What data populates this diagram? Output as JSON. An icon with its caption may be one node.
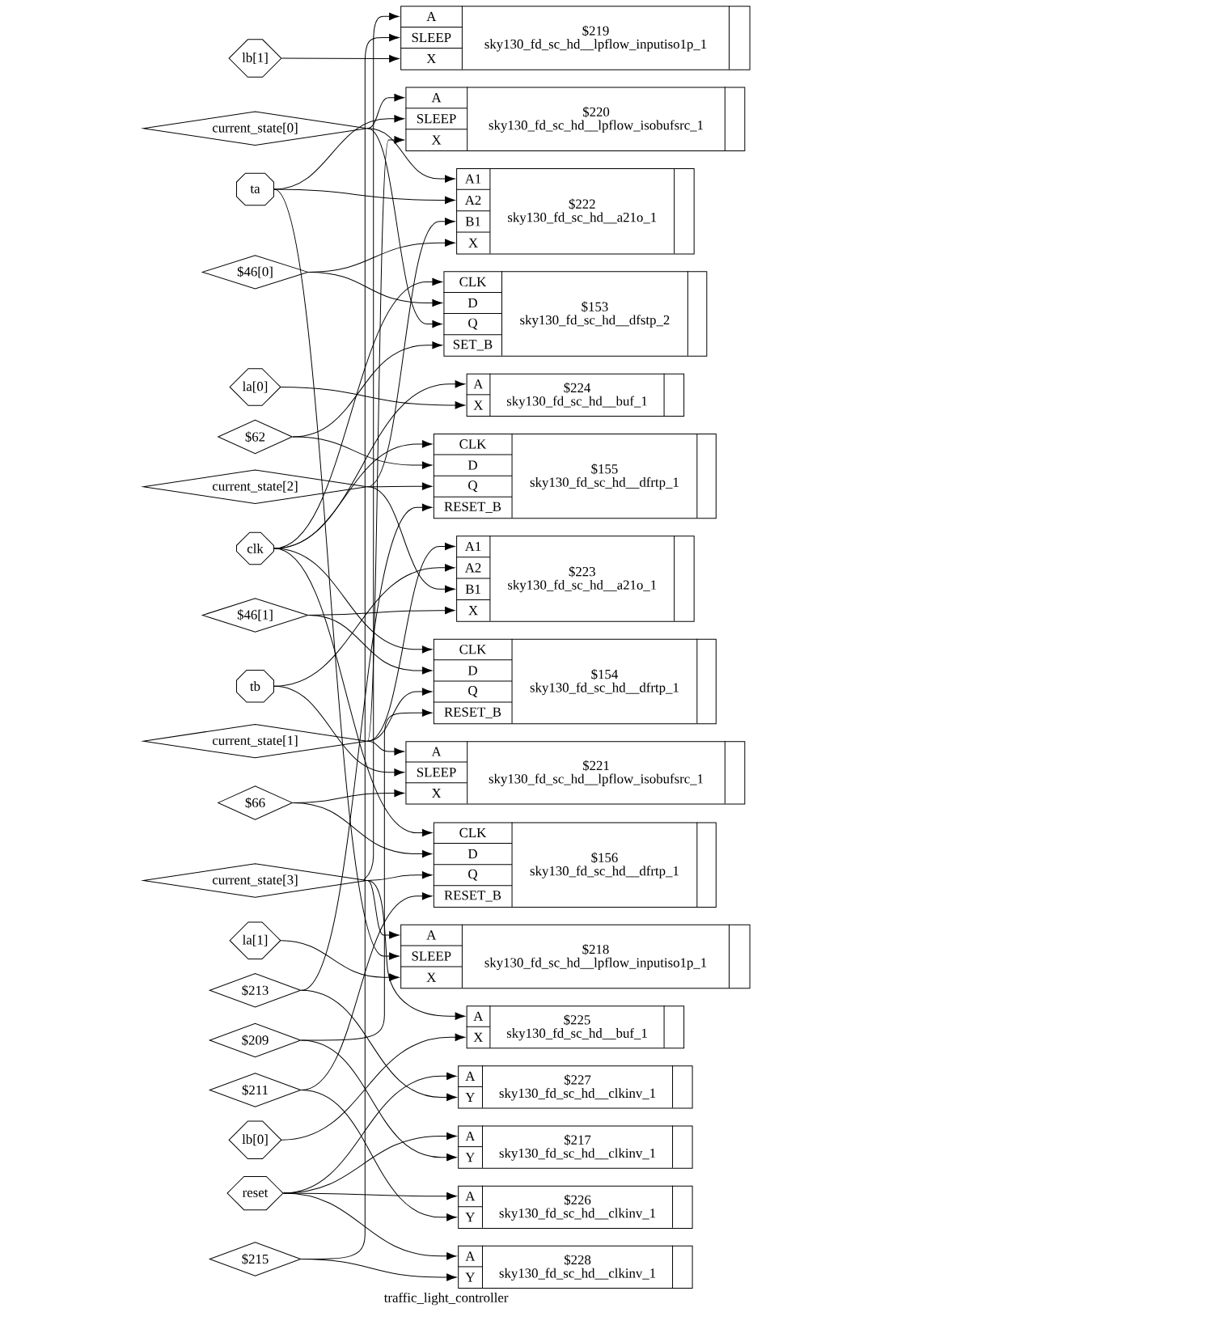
{
  "diagram": {
    "caption": "traffic_light_controller",
    "nodes": [
      {
        "text": [
          "lb[1]"
        ]
      },
      {
        "text": [
          "current_state[0]"
        ]
      },
      {
        "text": [
          "ta"
        ]
      },
      {
        "text": [
          "$46[0]"
        ]
      },
      {
        "text": [
          "la[0]"
        ]
      },
      {
        "text": [
          "$62"
        ]
      },
      {
        "text": [
          "current_state[2]"
        ]
      },
      {
        "text": [
          "clk"
        ]
      },
      {
        "text": [
          "$46[1]"
        ]
      },
      {
        "text": [
          "tb"
        ]
      },
      {
        "text": [
          "current_state[1]"
        ]
      },
      {
        "text": [
          "$66"
        ]
      },
      {
        "text": [
          "current_state[3]"
        ]
      },
      {
        "text": [
          "la[1]"
        ]
      },
      {
        "text": [
          "$213"
        ]
      },
      {
        "text": [
          "$209"
        ]
      },
      {
        "text": [
          "$211"
        ]
      },
      {
        "text": [
          "lb[0]"
        ]
      },
      {
        "text": [
          "reset"
        ]
      },
      {
        "text": [
          "$215"
        ]
      },
      {
        "text": [
          "A",
          "SLEEP",
          "X",
          "$219",
          "sky130_fd_sc_hd__lpflow_inputiso1p_1"
        ]
      },
      {
        "text": [
          "A",
          "SLEEP",
          "X",
          "$220",
          "sky130_fd_sc_hd__lpflow_isobufsrc_1"
        ]
      },
      {
        "text": [
          "A1",
          "A2",
          "B1",
          "X",
          "$222",
          "sky130_fd_sc_hd__a21o_1"
        ]
      },
      {
        "text": [
          "CLK",
          "D",
          "Q",
          "SET_B",
          "$153",
          "sky130_fd_sc_hd__dfstp_2"
        ]
      },
      {
        "text": [
          "A",
          "X",
          "$224",
          "sky130_fd_sc_hd__buf_1"
        ]
      },
      {
        "text": [
          "CLK",
          "D",
          "Q",
          "RESET_B",
          "$155",
          "sky130_fd_sc_hd__dfrtp_1"
        ]
      },
      {
        "text": [
          "A1",
          "A2",
          "B1",
          "X",
          "$223",
          "sky130_fd_sc_hd__a21o_1"
        ]
      },
      {
        "text": [
          "CLK",
          "D",
          "Q",
          "RESET_B",
          "$154",
          "sky130_fd_sc_hd__dfrtp_1"
        ]
      },
      {
        "text": [
          "A",
          "SLEEP",
          "X",
          "$221",
          "sky130_fd_sc_hd__lpflow_isobufsrc_1"
        ]
      },
      {
        "text": [
          "CLK",
          "D",
          "Q",
          "RESET_B",
          "$156",
          "sky130_fd_sc_hd__dfrtp_1"
        ]
      },
      {
        "text": [
          "A",
          "SLEEP",
          "X",
          "$218",
          "sky130_fd_sc_hd__lpflow_inputiso1p_1"
        ]
      },
      {
        "text": [
          "A",
          "X",
          "$225",
          "sky130_fd_sc_hd__buf_1"
        ]
      },
      {
        "text": [
          "A",
          "Y",
          "$227",
          "sky130_fd_sc_hd__clkinv_1"
        ]
      },
      {
        "text": [
          "A",
          "Y",
          "$217",
          "sky130_fd_sc_hd__clkinv_1"
        ]
      },
      {
        "text": [
          "A",
          "Y",
          "$226",
          "sky130_fd_sc_hd__clkinv_1"
        ]
      },
      {
        "text": [
          "A",
          "Y",
          "$228",
          "sky130_fd_sc_hd__clkinv_1"
        ]
      }
    ],
    "edges": [
      {
        "from": 0,
        "to": 20,
        "arrow": "to"
      },
      {
        "from": 1,
        "to": 21,
        "arrow": "to"
      },
      {
        "from": 1,
        "to": 22,
        "arrow": "to"
      },
      {
        "from": 1,
        "to": 23,
        "arrow": "to"
      },
      {
        "from": 2,
        "to": 21,
        "arrow": "to"
      },
      {
        "from": 2,
        "to": 22,
        "arrow": "to"
      },
      {
        "from": 3,
        "to": 22,
        "arrow": "to"
      },
      {
        "from": 3,
        "to": 23,
        "arrow": "to"
      },
      {
        "from": 4,
        "to": 24,
        "arrow": "to"
      },
      {
        "from": 5,
        "to": 23,
        "arrow": "to"
      },
      {
        "from": 5,
        "to": 25,
        "arrow": "to"
      },
      {
        "from": 6,
        "to": 25,
        "arrow": "to"
      },
      {
        "from": 6,
        "to": 26,
        "arrow": "to"
      },
      {
        "from": 6,
        "to": 22,
        "arrow": "to"
      },
      {
        "from": 7,
        "to": 23,
        "arrow": "to"
      },
      {
        "from": 7,
        "to": 24,
        "arrow": "to"
      },
      {
        "from": 7,
        "to": 25,
        "arrow": "to"
      },
      {
        "from": 7,
        "to": 27,
        "arrow": "to"
      },
      {
        "from": 7,
        "to": 29,
        "arrow": "to"
      },
      {
        "from": 8,
        "to": 26,
        "arrow": "to"
      },
      {
        "from": 8,
        "to": 27,
        "arrow": "to"
      },
      {
        "from": 9,
        "to": 26,
        "arrow": "to"
      },
      {
        "from": 9,
        "to": 28,
        "arrow": "to"
      },
      {
        "from": 10,
        "to": 26,
        "arrow": "to"
      },
      {
        "from": 10,
        "to": 27,
        "arrow": "to"
      },
      {
        "from": 10,
        "to": 28,
        "arrow": "to"
      },
      {
        "from": 10,
        "to": 21,
        "arrow": "to"
      },
      {
        "from": 11,
        "to": 28,
        "arrow": "to"
      },
      {
        "from": 11,
        "to": 29,
        "arrow": "to"
      },
      {
        "from": 12,
        "to": 29,
        "arrow": "to"
      },
      {
        "from": 12,
        "to": 30,
        "arrow": "to"
      },
      {
        "from": 12,
        "to": 31,
        "arrow": "to"
      },
      {
        "from": 12,
        "to": 20,
        "arrow": "to"
      },
      {
        "from": 13,
        "to": 30,
        "arrow": "to"
      },
      {
        "from": 14,
        "to": 25,
        "arrow": "to"
      },
      {
        "from": 14,
        "to": 32,
        "arrow": "to"
      },
      {
        "from": 15,
        "to": 27,
        "arrow": "to"
      },
      {
        "from": 15,
        "to": 33,
        "arrow": "to"
      },
      {
        "from": 16,
        "to": 29,
        "arrow": "to"
      },
      {
        "from": 16,
        "to": 34,
        "arrow": "to"
      },
      {
        "from": 17,
        "to": 31,
        "arrow": "to"
      },
      {
        "from": 18,
        "to": 32,
        "arrow": "to"
      },
      {
        "from": 18,
        "to": 33,
        "arrow": "to"
      },
      {
        "from": 18,
        "to": 34,
        "arrow": "to"
      },
      {
        "from": 18,
        "to": 35,
        "arrow": "to"
      },
      {
        "from": 19,
        "to": 35,
        "arrow": "to"
      },
      {
        "from": 19,
        "to": 20,
        "arrow": "to"
      },
      {
        "from": 2,
        "to": 30,
        "arrow": "to"
      }
    ]
  }
}
